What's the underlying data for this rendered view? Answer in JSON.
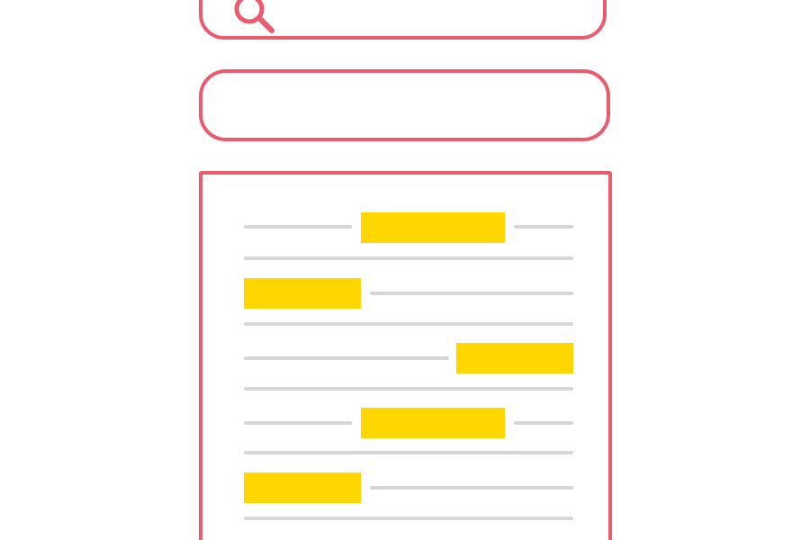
{
  "colors": {
    "accent": "#ea5b6e",
    "highlight": "#ffd600",
    "line": "#d6d6d6"
  },
  "search": {
    "value": "",
    "placeholder": "",
    "icon": "search-icon"
  },
  "secondary_field": {
    "value": "",
    "placeholder": ""
  },
  "results": {
    "rows": [
      {
        "highlight": "middle"
      },
      {
        "highlight": "left"
      },
      {
        "highlight": "right"
      },
      {
        "highlight": "middle"
      },
      {
        "highlight": "left"
      }
    ]
  }
}
